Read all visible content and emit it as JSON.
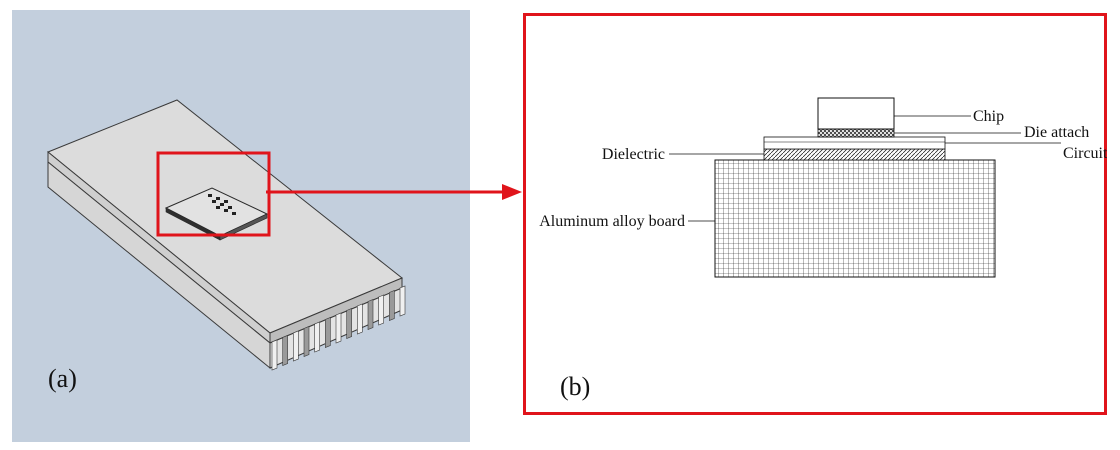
{
  "panel_a": {
    "label": "(a)",
    "background_color": "#c3cfdd",
    "highlight_color": "#e0141b"
  },
  "panel_b": {
    "label": "(b)",
    "frame_color": "#e0141b",
    "layers": {
      "chip": "Chip",
      "die_attach": "Die attach",
      "circuit": "Circuit",
      "dielectric": "Dielectric",
      "board": "Aluminum alloy board"
    }
  },
  "arrow_color": "#e0141b"
}
